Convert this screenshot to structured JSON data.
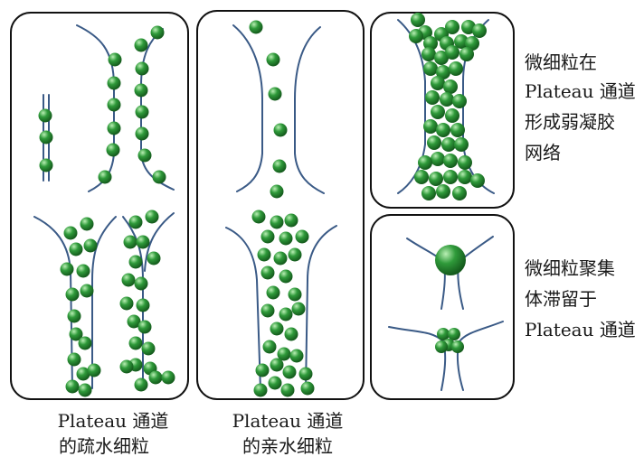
{
  "panels": {
    "hydrophobic": {
      "caption_line1": "Plateau 通道",
      "caption_line2": "的疏水细粒"
    },
    "hydrophilic": {
      "caption_line1": "Plateau 通道",
      "caption_line2": "的亲水细粒"
    },
    "gel_network": {
      "caption_line1": "微细粒在",
      "caption_line2": "Plateau 通道",
      "caption_line3": "形成弱凝胶",
      "caption_line4": "网络"
    },
    "aggregate_retention": {
      "caption_line1": "微细粒聚集",
      "caption_line2": "体滞留于",
      "caption_line3": "Plateau 通道"
    }
  },
  "colors": {
    "particle": "#2f9a3a",
    "particle_highlight": "#b9efb4",
    "particle_dark": "#145a1c",
    "channel_wall": "#3a5a86",
    "panel_border": "#111111"
  }
}
